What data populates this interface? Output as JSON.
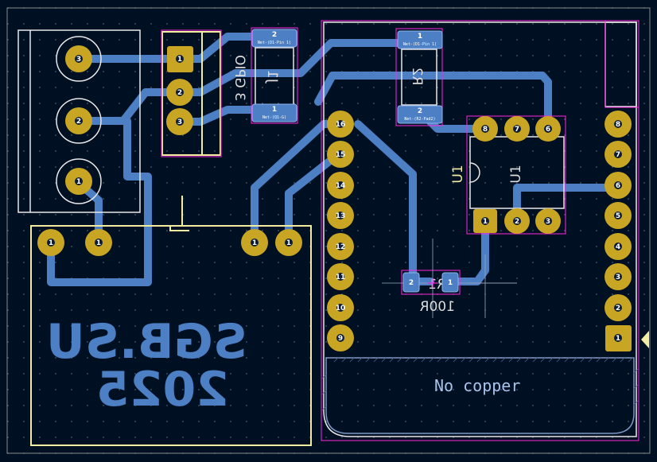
{
  "board": {
    "text_line1": "SGB.SU",
    "text_line2": "2025",
    "keepout_label": "No copper",
    "resistor_value": "100R",
    "resistor_ref": "R1",
    "jp_value": "3 GPIO",
    "jp_ref": "J1",
    "ic_ref_silk": "U1",
    "ic_ref_fab": "U1",
    "right_component_ref": "R2"
  },
  "colors": {
    "background": "#001023",
    "track": "#4d7fc4",
    "pad": "#c8a623",
    "silkscreen": "#f2eda1",
    "courtyard": "#ff26e2",
    "outline": "#e8e8e8"
  },
  "smd_pads": {
    "j_top_num": "2",
    "j_top_net": "Net-(D1-Pin 1)",
    "j_bottom_num": "1",
    "j_bottom_net": "Net-(Q1-G)",
    "r2_top_num": "1",
    "r2_top_net": "Net-(D1-Pin 1)",
    "r2_bottom_num": "2",
    "r2_bottom_net": "Net-(R2-Pad2)",
    "r1_left_num": "2",
    "r1_right_num": "1"
  },
  "terminal_pads": {
    "top": "3",
    "middle": "2",
    "bottom": "1"
  },
  "header3_pads": {
    "p1": "1",
    "p2": "2",
    "p3": "3"
  },
  "module_pads": {
    "left_a": "1",
    "left_b": "1",
    "right_a": "1",
    "right_b": "1"
  },
  "pin_header_left": [
    "16",
    "15",
    "14",
    "13",
    "12",
    "11",
    "10",
    "9"
  ],
  "pin_header_right": [
    "8",
    "7",
    "6",
    "5",
    "4",
    "3",
    "2",
    "1"
  ],
  "ic_pins_top": [
    "8",
    "7",
    "6"
  ],
  "ic_pins_bottom": [
    "1",
    "2",
    "3"
  ]
}
